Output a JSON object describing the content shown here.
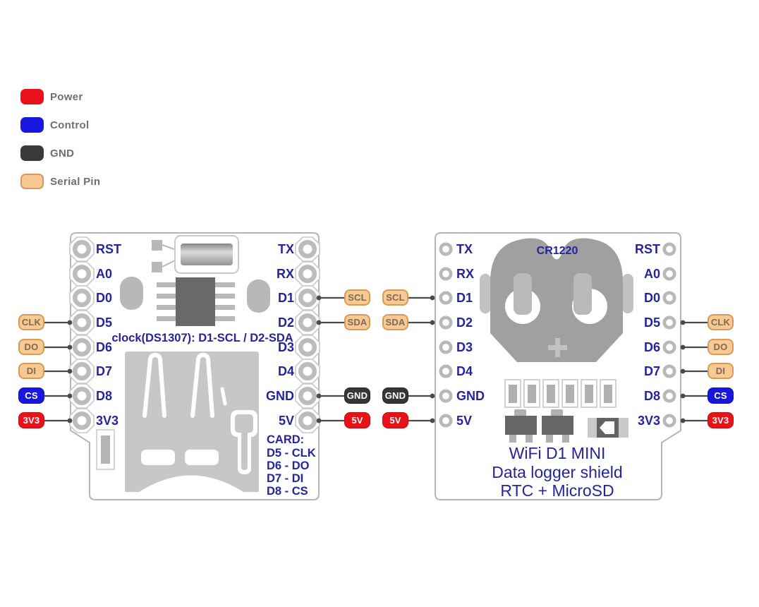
{
  "legend": {
    "items": [
      {
        "label": "Power",
        "color": "#e91219"
      },
      {
        "label": "Control",
        "color": "#1717e0"
      },
      {
        "label": "GND",
        "color": "#3a3a3a"
      },
      {
        "label": "Serial Pin",
        "color": "#f8c992"
      }
    ]
  },
  "left_board": {
    "left_pins": [
      "RST",
      "A0",
      "D0",
      "D5",
      "D6",
      "D7",
      "D8",
      "3V3"
    ],
    "right_pins": [
      "TX",
      "RX",
      "D1",
      "D2",
      "D3",
      "D4",
      "GND",
      "5V"
    ],
    "clock_note": "clock(DS1307): D1-SCL / D2-SDA",
    "card_note": {
      "title": "CARD:",
      "lines": [
        "D5 - CLK",
        "D6 - DO",
        "D7 - DI",
        "D8 - CS"
      ]
    }
  },
  "right_board": {
    "left_pins": [
      "TX",
      "RX",
      "D1",
      "D2",
      "D3",
      "D4",
      "GND",
      "5V"
    ],
    "right_pins": [
      "RST",
      "A0",
      "D0",
      "D5",
      "D6",
      "D7",
      "D8",
      "3V3"
    ],
    "battery_label": "CR1220",
    "title_lines": [
      "WiFi D1 MINI",
      "Data logger shield",
      "RTC + MicroSD"
    ]
  },
  "badges": {
    "left_board_left": [
      {
        "label": "CLK",
        "type": "serial"
      },
      {
        "label": "DO",
        "type": "serial"
      },
      {
        "label": "DI",
        "type": "serial"
      },
      {
        "label": "CS",
        "type": "control"
      },
      {
        "label": "3V3",
        "type": "power"
      }
    ],
    "left_board_right": [
      {
        "label": "SCL",
        "type": "serial"
      },
      {
        "label": "SDA",
        "type": "serial"
      },
      {
        "label": "GND",
        "type": "gnd"
      },
      {
        "label": "5V",
        "type": "power"
      }
    ],
    "right_board_left": [
      {
        "label": "SCL",
        "type": "serial"
      },
      {
        "label": "SDA",
        "type": "serial"
      },
      {
        "label": "GND",
        "type": "gnd"
      },
      {
        "label": "5V",
        "type": "power"
      }
    ],
    "right_board_right": [
      {
        "label": "CLK",
        "type": "serial"
      },
      {
        "label": "DO",
        "type": "serial"
      },
      {
        "label": "DI",
        "type": "serial"
      },
      {
        "label": "CS",
        "type": "control"
      },
      {
        "label": "3V3",
        "type": "power"
      }
    ]
  },
  "colors": {
    "power": "#e91219",
    "control": "#1717e0",
    "gnd": "#363636",
    "serial_fill": "#f8c992",
    "serial_border": "#d8995a",
    "label_navy": "#2424a3",
    "board_outline": "#b5b5b5"
  }
}
